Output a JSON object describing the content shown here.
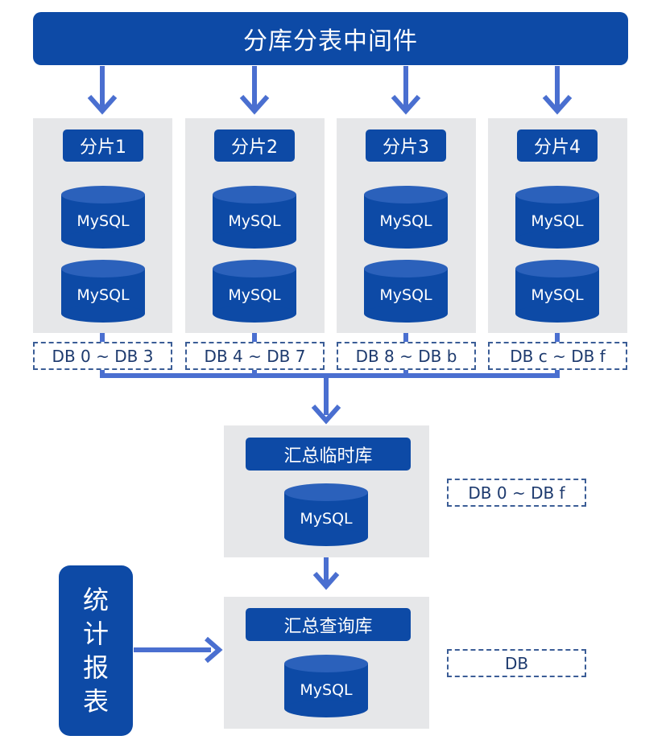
{
  "title": "分库分表中间件",
  "shards": [
    {
      "label": "分片1",
      "db1": "MySQL",
      "db2": "MySQL",
      "range": "DB 0 ~ DB 3"
    },
    {
      "label": "分片2",
      "db1": "MySQL",
      "db2": "MySQL",
      "range": "DB 4 ~ DB 7"
    },
    {
      "label": "分片3",
      "db1": "MySQL",
      "db2": "MySQL",
      "range": "DB 8 ~ DB b"
    },
    {
      "label": "分片4",
      "db1": "MySQL",
      "db2": "MySQL",
      "range": "DB c ~ DB f"
    }
  ],
  "temp_store": {
    "label": "汇总临时库",
    "db": "MySQL",
    "range": "DB 0 ~ DB f"
  },
  "query_store": {
    "label": "汇总查询库",
    "db": "MySQL",
    "range": "DB"
  },
  "report": {
    "chars": [
      "统",
      "计",
      "报",
      "表"
    ]
  },
  "colors": {
    "primary": "#0d4aa6",
    "arrow": "#4a6fd0",
    "panel": "#e6e7e9"
  }
}
